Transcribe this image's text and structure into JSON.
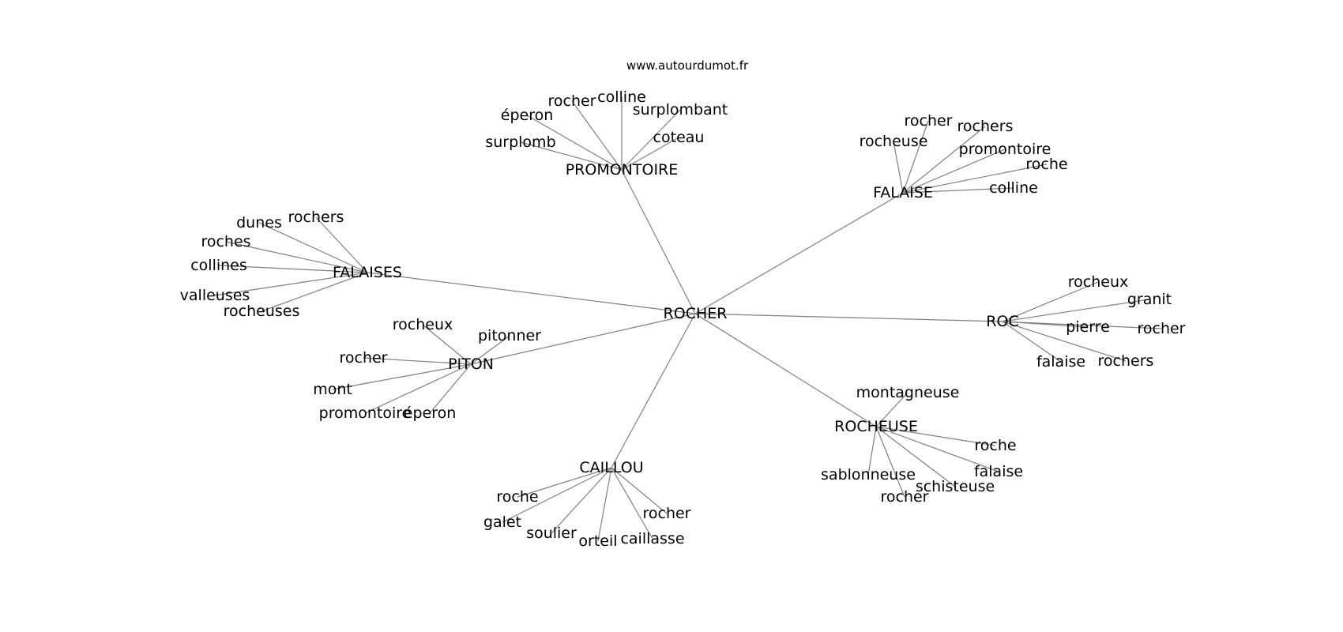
{
  "watermark": "www.autourdumot.fr",
  "center": {
    "label": "ROCHER"
  },
  "hubs": [
    {
      "label": "PROMONTOIRE",
      "words": [
        "surplomb",
        "éperon",
        "rocher",
        "colline",
        "surplombant",
        "coteau"
      ]
    },
    {
      "label": "FALAISE",
      "words": [
        "rocheuse",
        "rocher",
        "rochers",
        "promontoire",
        "roche",
        "colline"
      ]
    },
    {
      "label": "FALAISES",
      "words": [
        "dunes",
        "rochers",
        "roches",
        "collines",
        "valleuses",
        "rocheuses"
      ]
    },
    {
      "label": "ROC",
      "words": [
        "rocheux",
        "granit",
        "pierre",
        "rocher",
        "falaise",
        "rochers"
      ]
    },
    {
      "label": "PITON",
      "words": [
        "rocheux",
        "pitonner",
        "rocher",
        "mont",
        "promontoire",
        "éperon"
      ]
    },
    {
      "label": "ROCHEUSE",
      "words": [
        "montagneuse",
        "roche",
        "falaise",
        "schisteuse",
        "rocher",
        "sablonneuse"
      ]
    },
    {
      "label": "CAILLOU",
      "words": [
        "roche",
        "galet",
        "soulier",
        "orteil",
        "caillasse",
        "rocher"
      ]
    }
  ]
}
